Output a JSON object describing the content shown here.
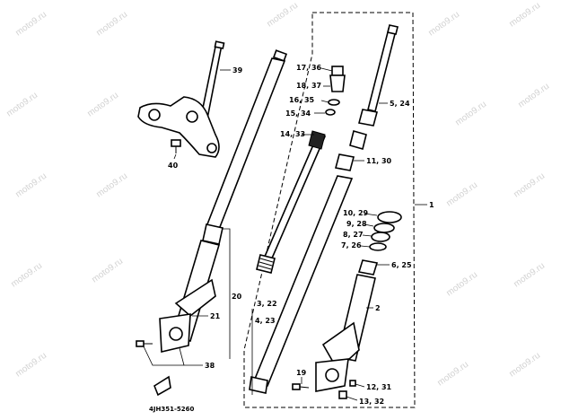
{
  "watermark": {
    "text": "moto9.ru"
  },
  "callouts": {
    "c39": "39",
    "c40": "40",
    "c20": "20",
    "c21": "21",
    "c38": "38",
    "c1": "1",
    "c2": "2",
    "c19": "19",
    "c1736": "17, 36",
    "c1837": "18, 37",
    "c1635": "16, 35",
    "c1534": "15, 34",
    "c1433": "14, 33",
    "c524": "5, 24",
    "c1130": "11, 30",
    "c1029": "10, 29",
    "c928": "9, 28",
    "c827": "8, 27",
    "c726": "7, 26",
    "c625": "6, 25",
    "c322": "3, 22",
    "c423": "4, 23",
    "c1231": "12, 31",
    "c1332": "13, 32"
  },
  "figure_ref": "4JH351-5260"
}
